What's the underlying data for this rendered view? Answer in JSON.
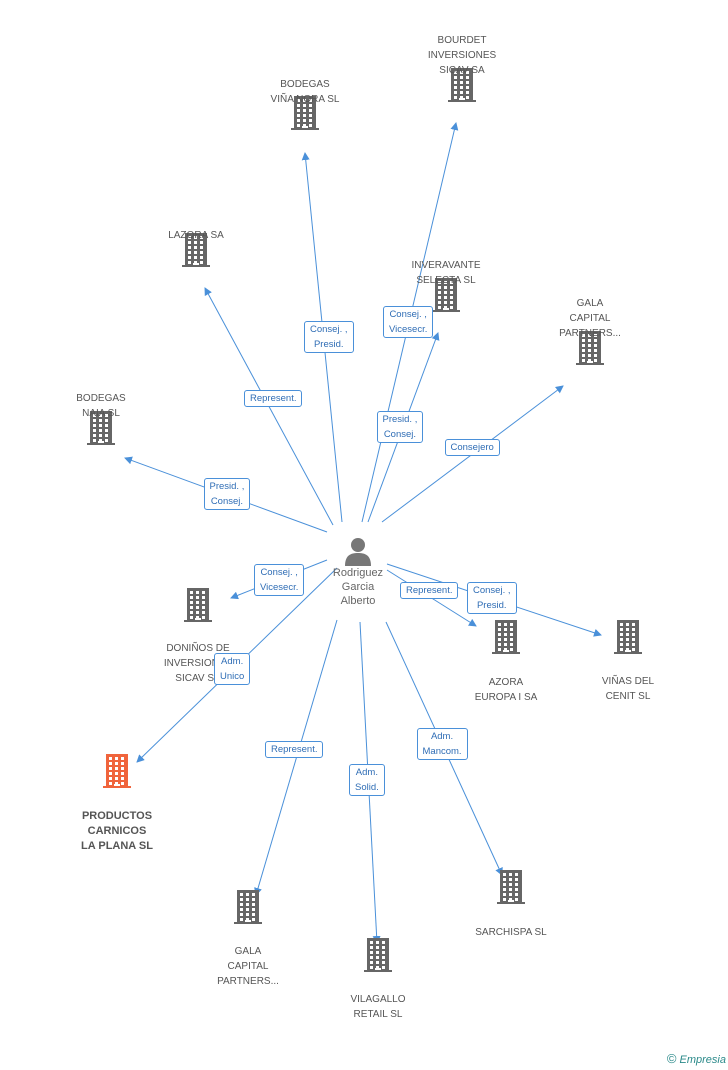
{
  "center": {
    "name": "Rodriguez\nGarcia\nAlberto"
  },
  "nodes": [
    {
      "id": "bourdet",
      "label": "BOURDET\nINVERSIONES\nSICAV SA",
      "highlight": false
    },
    {
      "id": "bodegas_vina_nora",
      "label": "BODEGAS\nVIÑA NORA SL",
      "highlight": false
    },
    {
      "id": "lazora",
      "label": "LAZORA SA",
      "highlight": false
    },
    {
      "id": "inveravante",
      "label": "INVERAVANTE\nSELECTA SL",
      "highlight": false
    },
    {
      "id": "gala_top",
      "label": "GALA\nCAPITAL\nPARTNERS...",
      "highlight": false
    },
    {
      "id": "bodegas_naia",
      "label": "BODEGAS\nNAIA SL",
      "highlight": false
    },
    {
      "id": "doninos",
      "label": "DONIÑOS DE\nINVERSIONES\nSICAV SA",
      "highlight": false
    },
    {
      "id": "azora",
      "label": "AZORA\nEUROPA I SA",
      "highlight": false
    },
    {
      "id": "vinas_cenit",
      "label": "VIÑAS DEL\nCENIT SL",
      "highlight": false
    },
    {
      "id": "productos",
      "label": "PRODUCTOS\nCARNICOS\nLA PLANA SL",
      "highlight": true
    },
    {
      "id": "gala_bottom",
      "label": "GALA\nCAPITAL\nPARTNERS...",
      "highlight": false
    },
    {
      "id": "vilagallo",
      "label": "VILAGALLO\nRETAIL SL",
      "highlight": false
    },
    {
      "id": "sarchispa",
      "label": "SARCHISPA SL",
      "highlight": false
    }
  ],
  "edges": [
    {
      "to": "bodegas_vina_nora",
      "label": "Consej. ,\nPresid."
    },
    {
      "to": "bourdet",
      "label": "Consej. ,\nVicesecr."
    },
    {
      "to": "lazora",
      "label": "Represent."
    },
    {
      "to": "inveravante",
      "label": "Presid. ,\nConsej."
    },
    {
      "to": "gala_top",
      "label": "Consejero"
    },
    {
      "to": "bodegas_naia",
      "label": "Presid. ,\nConsej."
    },
    {
      "to": "doninos",
      "label": "Consej. ,\nVicesecr."
    },
    {
      "to": "productos",
      "label": "Adm.\nUnico"
    },
    {
      "to": "azora",
      "label": "Represent."
    },
    {
      "to": "vinas_cenit",
      "label": "Consej. ,\nPresid."
    },
    {
      "to": "gala_bottom",
      "label": "Represent."
    },
    {
      "to": "vilagallo",
      "label": "Adm.\nSolid."
    },
    {
      "to": "sarchispa",
      "label": "Adm.\nMancom."
    }
  ],
  "colors": {
    "edge": "#4a90d9",
    "building": "#666666",
    "highlight": "#f0643c",
    "person": "#777777"
  },
  "footer": {
    "copyright": "©",
    "brand": "Empresia"
  }
}
